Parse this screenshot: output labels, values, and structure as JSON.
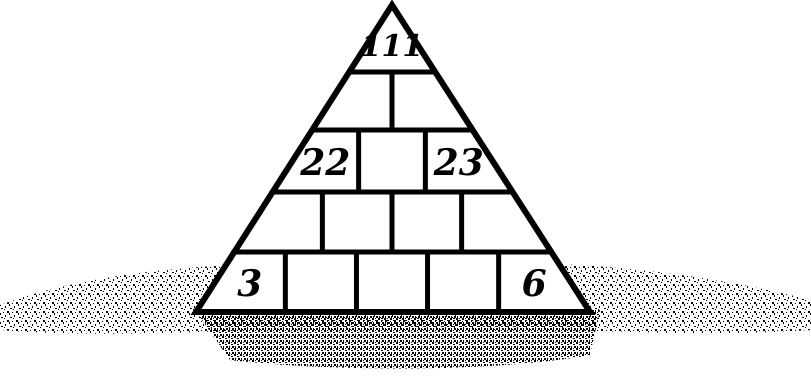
{
  "puzzle": {
    "rows": [
      [
        "111"
      ],
      [
        "",
        ""
      ],
      [
        "22",
        "",
        "23"
      ],
      [
        "",
        "",
        "",
        ""
      ],
      [
        "3",
        "",
        "",
        "",
        "6"
      ]
    ]
  }
}
